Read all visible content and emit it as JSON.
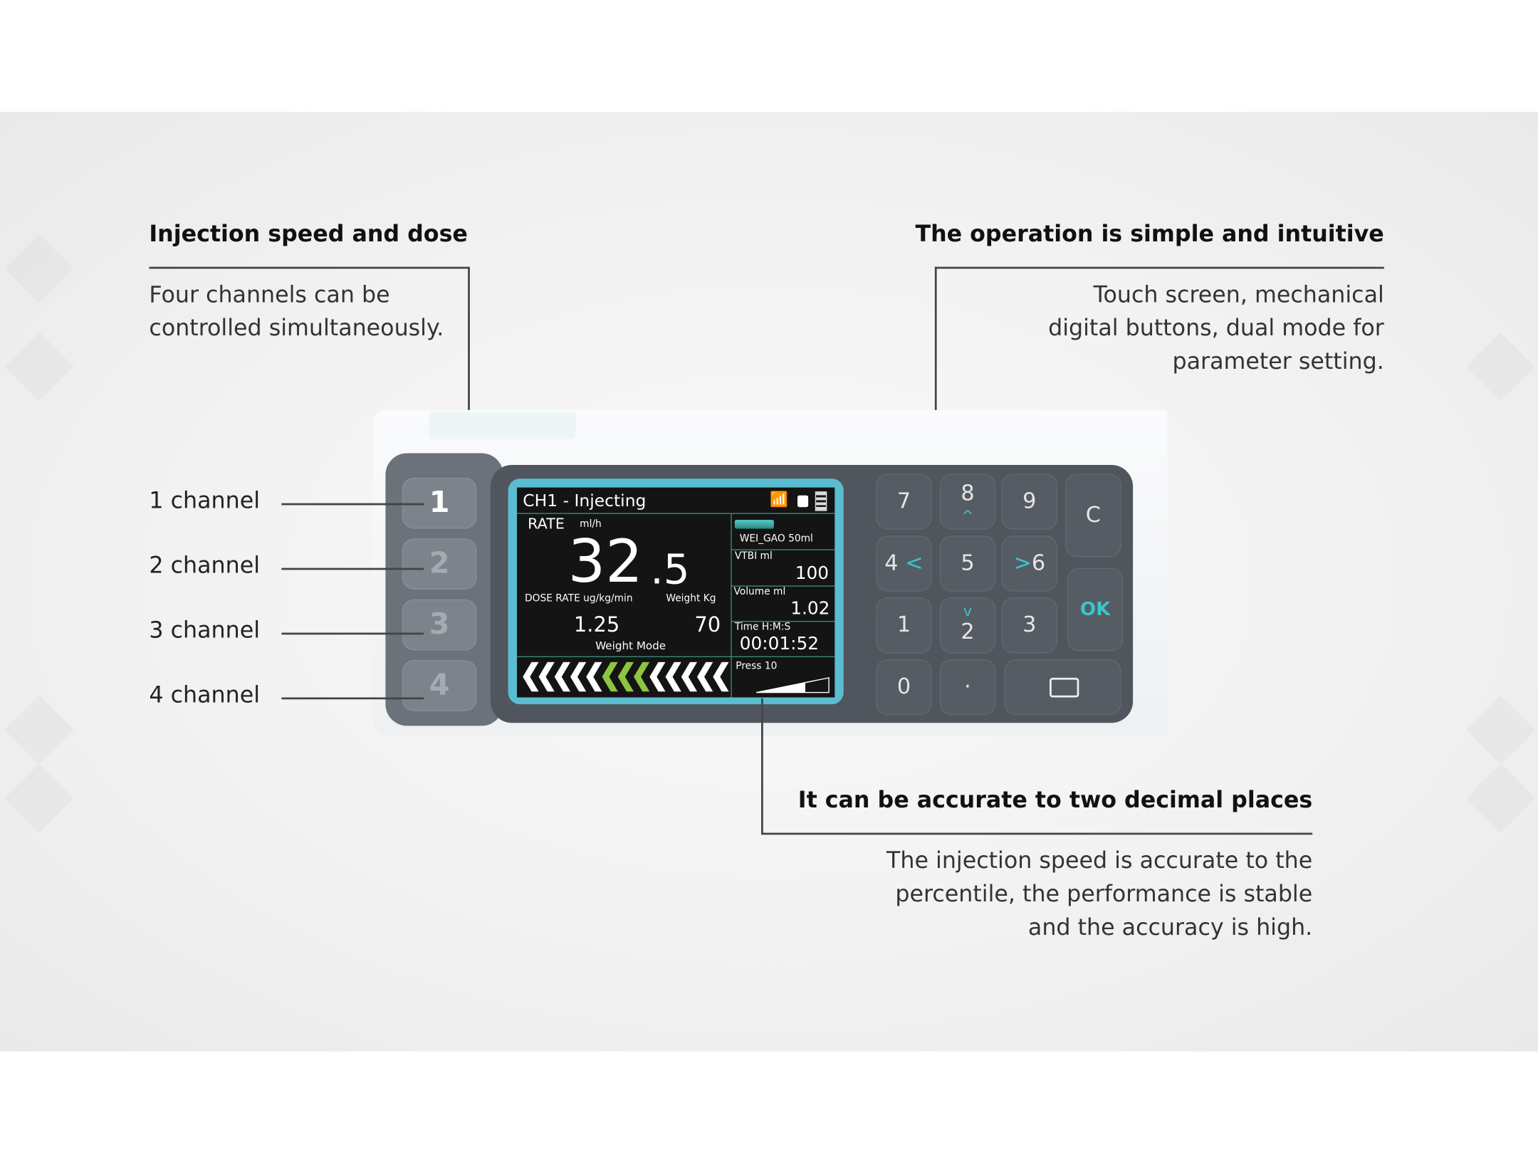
{
  "left_callout": {
    "title": "Injection speed and dose",
    "body": [
      "Four channels can be",
      "controlled simultaneously."
    ]
  },
  "right_callout": {
    "title": "The operation is simple and intuitive",
    "body": [
      "Touch screen, mechanical",
      "digital buttons, dual mode for",
      "parameter setting."
    ]
  },
  "bottom_callout": {
    "title": "It can be accurate to two decimal places",
    "body": [
      "The injection speed is accurate to the",
      "percentile, the performance is stable",
      "and the accuracy is high."
    ]
  },
  "channels": [
    {
      "label": "1 channel",
      "button": "1"
    },
    {
      "label": "2 channel",
      "button": "2"
    },
    {
      "label": "3 channel",
      "button": "3"
    },
    {
      "label": "4 channel",
      "button": "4"
    }
  ],
  "screen": {
    "header": "CH1 - Injecting",
    "rate_label": "RATE",
    "rate_unit": "ml/h",
    "rate_int": "32",
    "rate_dec": ".5",
    "dose_label": "DOSE RATE ug/kg/min",
    "weight_label": "Weight Kg",
    "dose_value": "1.25",
    "weight_value": "70",
    "mode": "Weight Mode",
    "syringe": "WEI_GAO  50ml",
    "vtbi_label": "VTBI   ml",
    "vtbi_value": "100",
    "volume_label": "Volume    ml",
    "volume_value": "1.02",
    "time_label": "Time     H:M:S",
    "time_value": "00:01:52",
    "press_label": "Press 10",
    "progress_chevrons_total": 13,
    "progress_chevrons_active": [
      5,
      6,
      7
    ],
    "colors": {
      "bezel": "#5bbcd0",
      "active": "#8cc63f",
      "grid": "#3a8a78"
    }
  },
  "keypad": {
    "keys": [
      "7",
      "8",
      "9",
      "4",
      "5",
      "6",
      "1",
      "2",
      "3",
      "0",
      "·"
    ],
    "arrows": {
      "up": "^",
      "left": "<",
      "right": ">",
      "down": "v"
    },
    "ok": "OK",
    "clear": "C"
  }
}
